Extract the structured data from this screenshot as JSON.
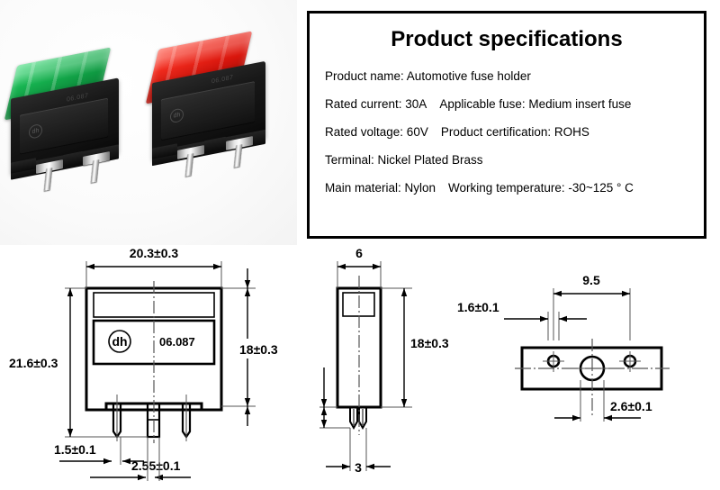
{
  "photos": {
    "alt": "Two automotive fuse holders with green and red fuse caps",
    "items": [
      {
        "name": "green-fuse-holder",
        "cap_color": "#17a84a",
        "cap_color_dark": "#0b7a33",
        "body_color": "#121212",
        "marking": "06.087",
        "logo": "dh"
      },
      {
        "name": "red-fuse-holder",
        "cap_color": "#e8261d",
        "cap_color_dark": "#b5130c",
        "body_color": "#121212",
        "marking": "06.087",
        "logo": "dh"
      }
    ]
  },
  "spec": {
    "title": "Product specifications",
    "rows": [
      {
        "col1": "Product name: Automotive fuse holder",
        "col2": ""
      },
      {
        "col1": "Rated current: 30A",
        "col2": "Applicable fuse: Medium insert fuse"
      },
      {
        "col1": "Rated voltage: 60V",
        "col2": "Product certification: ROHS"
      },
      {
        "col1": "Terminal: Nickel Plated Brass",
        "col2": ""
      },
      {
        "col1": "Main material: Nylon",
        "col2": "Working temperature: -30~125 ° C"
      }
    ]
  },
  "drawings": {
    "front_view": {
      "name": "front-view",
      "width_dim": "20.3±0.3",
      "height_total_dim": "21.6±0.3",
      "height_body_dim": "18±0.3",
      "pin_offset_dim": "1.5±0.1",
      "pin_gap_dim": "2.55±0.1",
      "logo": "dh",
      "marking": "06.087"
    },
    "side_view": {
      "name": "side-view",
      "width_dim": "6",
      "height_dim": "18±0.3",
      "pin_width_dim": "3"
    },
    "bottom_view": {
      "name": "bottom-view",
      "hole_spacing_dim": "9.5",
      "hole_small_dim": "1.6±0.1",
      "hole_large_dim": "2.6±0.1"
    }
  }
}
